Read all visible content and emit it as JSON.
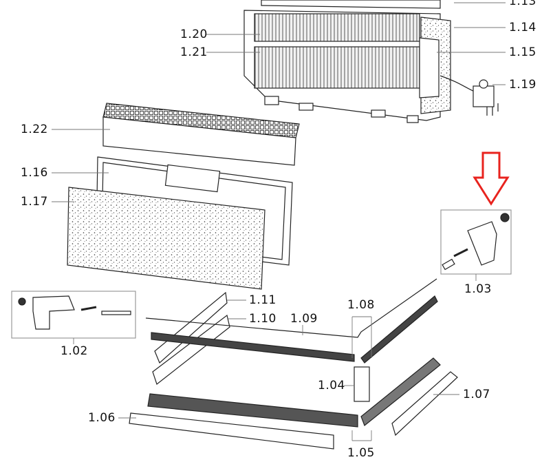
{
  "diagram": {
    "highlight_color": "#e8231e",
    "labels": {
      "p113": "1.13",
      "p114": "1.14",
      "p115": "1.15",
      "p119": "1.19",
      "p120": "1.20",
      "p121": "1.21",
      "p122": "1.22",
      "p116": "1.16",
      "p117": "1.17",
      "p103": "1.03",
      "p111": "1.11",
      "p110": "1.10",
      "p109": "1.09",
      "p108": "1.08",
      "p102": "1.02",
      "p104": "1.04",
      "p107": "1.07",
      "p106": "1.06",
      "p105": "1.05"
    }
  }
}
